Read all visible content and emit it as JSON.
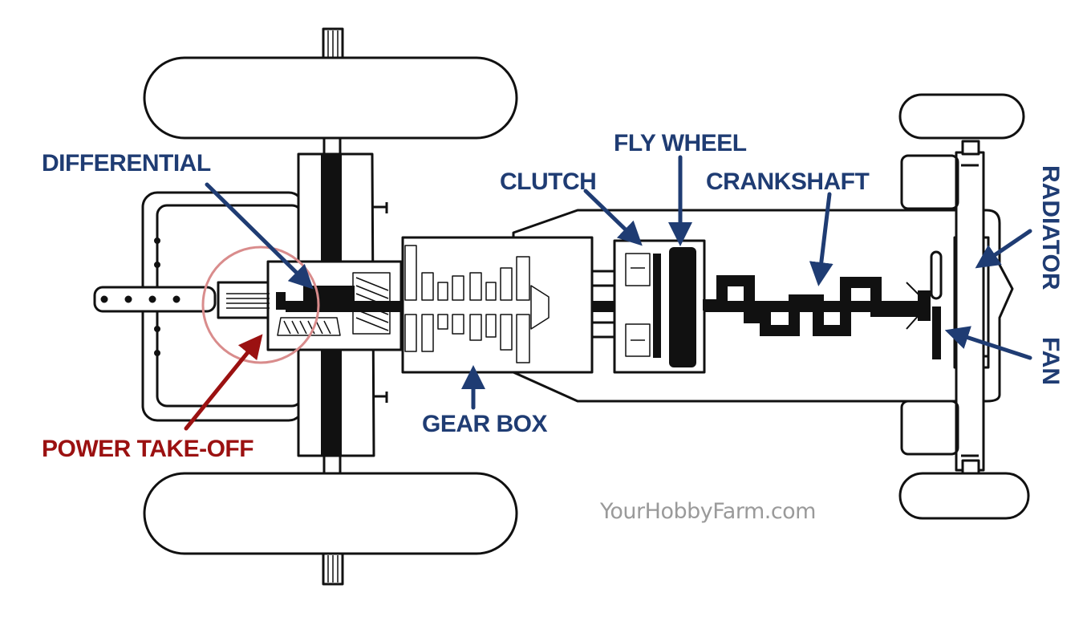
{
  "labels": {
    "differential": "DIFFERENTIAL",
    "fly_wheel": "FLY WHEEL",
    "clutch": "CLUTCH",
    "crankshaft": "CRANKSHAFT",
    "radiator": "RADIATOR",
    "fan": "FAN",
    "gear_box": "GEAR BOX",
    "power_take_off": "POWER TAKE-OFF"
  },
  "watermark": "YourHobbyFarm.com",
  "colors": {
    "label_blue": "#1f3c73",
    "highlight_red": "#9b1111",
    "circle": "#d98c8c",
    "line": "#111111",
    "watermark": "#9a9a9a"
  }
}
